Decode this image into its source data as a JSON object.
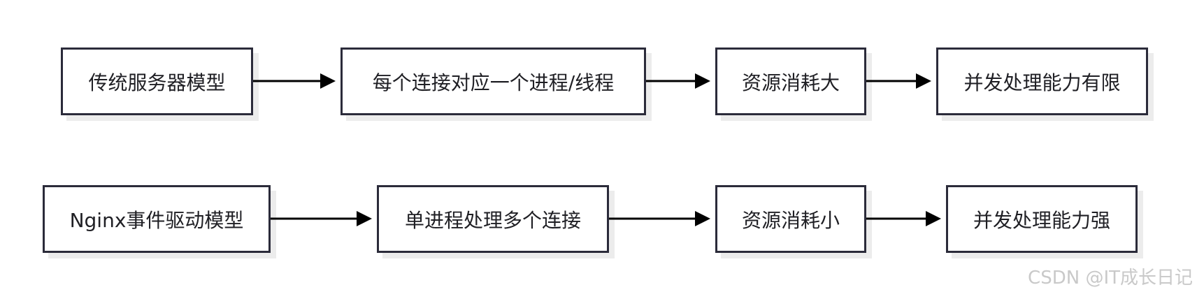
{
  "rows": [
    {
      "nodes": [
        {
          "label": "传统服务器模型"
        },
        {
          "label": "每个连接对应一个进程/线程"
        },
        {
          "label": "资源消耗大"
        },
        {
          "label": "并发处理能力有限"
        }
      ]
    },
    {
      "nodes": [
        {
          "label": "Nginx事件驱动模型"
        },
        {
          "label": "单进程处理多个连接"
        },
        {
          "label": "资源消耗小"
        },
        {
          "label": "并发处理能力强"
        }
      ]
    }
  ],
  "watermark": "CSDN @IT成长日记",
  "colors": {
    "border": "#2b2b3a",
    "arrow": "#000000",
    "shadow": "#ececec"
  }
}
